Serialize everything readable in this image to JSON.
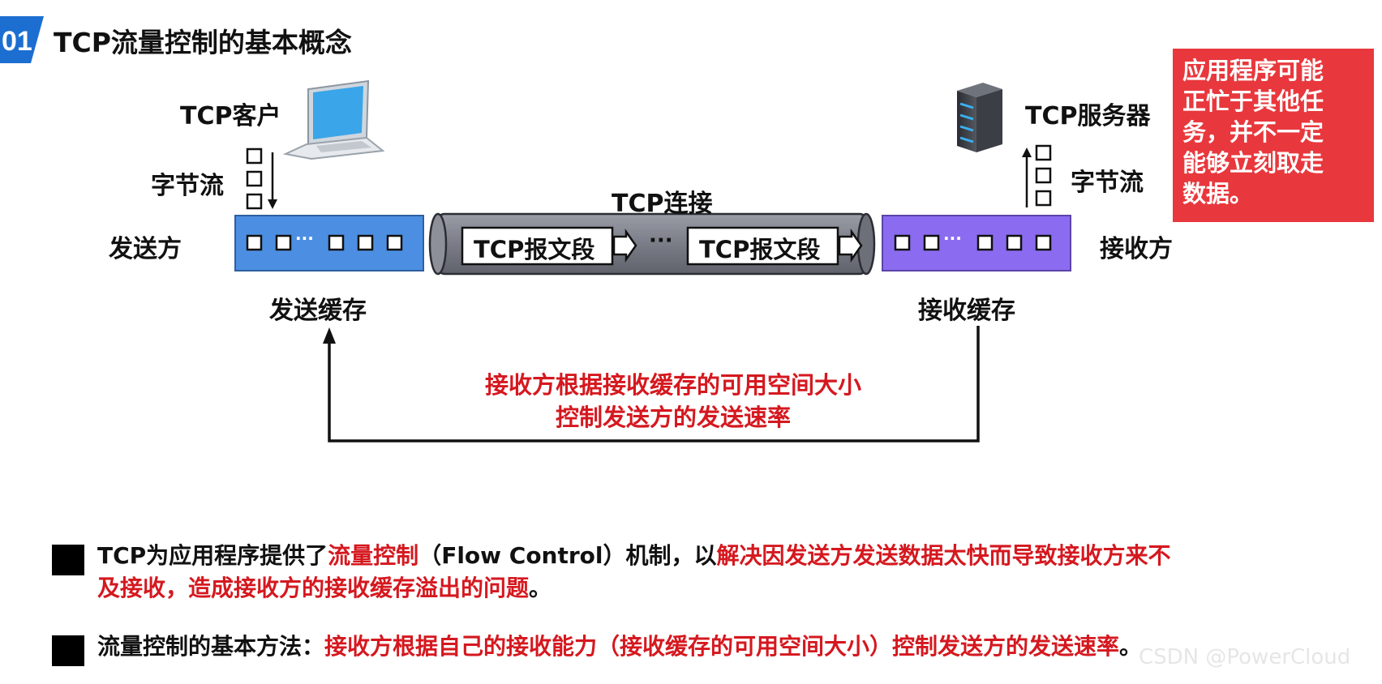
{
  "header": {
    "badge_number": "01",
    "title": "TCP流量控制的基本概念"
  },
  "diagram": {
    "client_label": "TCP客户",
    "server_label": "TCP服务器",
    "bytestream_left": "字节流",
    "bytestream_right": "字节流",
    "sender_label": "发送方",
    "receiver_label": "接收方",
    "connection_label": "TCP连接",
    "segment_1": "TCP报文段",
    "segment_ellipsis": "···",
    "segment_2": "TCP报文段",
    "buffer_ellipsis": "···",
    "send_buffer_label": "发送缓存",
    "recv_buffer_label": "接收缓存",
    "feedback_line1": "接收方根据接收缓存的可用空间大小",
    "feedback_line2": "控制发送方的发送速率"
  },
  "note": {
    "line1": "应用程序可能",
    "line2": "正忙于其他任",
    "line3": "务，并不一定",
    "line4": "能够立刻取走",
    "line5": "数据。"
  },
  "bullets": [
    {
      "part1": "TCP为应用程序提供了",
      "part2_red": "流量控制",
      "part3": "（Flow Control）机制，以",
      "part4_red": "解决因发送方发送数据太快而导致接收方来不",
      "line2_red": "及接收，造成接收方的接收缓存溢出的问题",
      "line2_end": "。"
    },
    {
      "part1": "流量控制的基本方法：",
      "part2_red": "接收方根据自己的接收能力（接收缓存的可用空间大小）控制发送方的发送速率",
      "part3": "。"
    }
  ],
  "watermark": "CSDN @PowerCloud",
  "colors": {
    "badge_blue": "#1c6fd1",
    "send_buffer_blue": "#4c8fe2",
    "recv_buffer_purple": "#8b6cf0",
    "pipe_gray": "#7f828c",
    "note_red": "#e8383d",
    "text_red": "#d5181f"
  }
}
